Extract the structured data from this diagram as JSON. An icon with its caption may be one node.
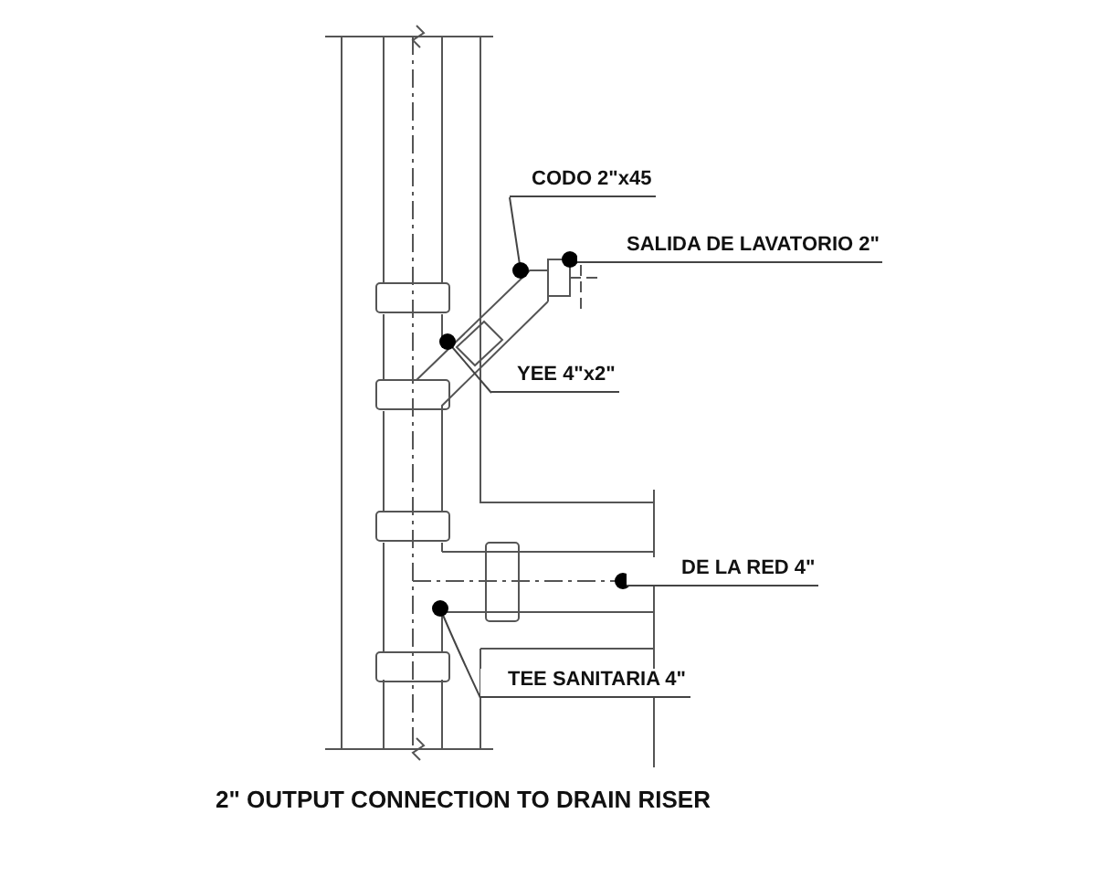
{
  "diagram": {
    "caption": "2\" OUTPUT CONNECTION TO DRAIN RISER",
    "nodes": [
      {
        "text": [
          "CODO 2\"x45"
        ]
      },
      {
        "text": [
          "SALIDA DE LAVATORIO  2\""
        ]
      },
      {
        "text": [
          "YEE 4\"x2\""
        ]
      },
      {
        "text": [
          "DE LA RED 4\""
        ]
      },
      {
        "text": [
          "TEE SANITARIA 4\""
        ]
      }
    ],
    "edges": [
      {
        "from": 0,
        "to": null,
        "arrow": "other"
      },
      {
        "from": 1,
        "to": null,
        "arrow": "other"
      },
      {
        "from": 2,
        "to": null,
        "arrow": "other"
      },
      {
        "from": 3,
        "to": null,
        "arrow": "other"
      },
      {
        "from": 4,
        "to": null,
        "arrow": "other"
      }
    ]
  }
}
